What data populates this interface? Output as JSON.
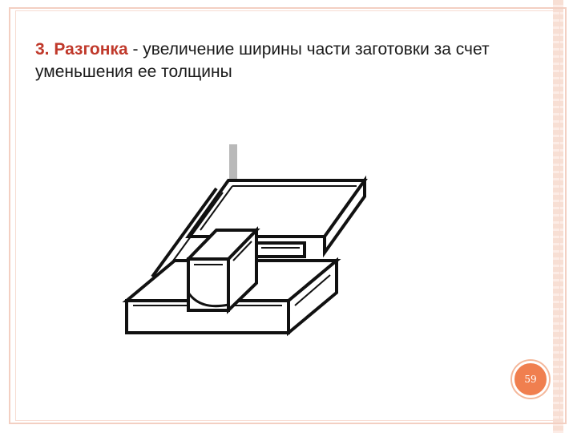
{
  "slide": {
    "term": "3. Разгонка",
    "definition": " - увеличение ширины части заготовки за счет уменьшения ее толщины",
    "page_number": "59"
  },
  "colors": {
    "term": "#c0392b",
    "accent": "#f07f4f",
    "frame": "#f3cfc2"
  },
  "icons": {
    "figure": "isometric-forging-diagram"
  }
}
